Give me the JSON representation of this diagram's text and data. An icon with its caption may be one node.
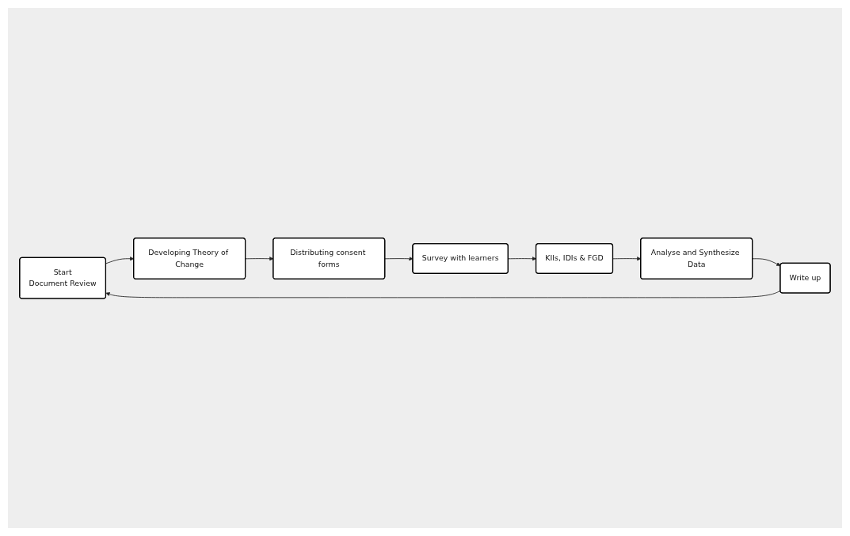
{
  "diagram": {
    "nodes": [
      {
        "text": [
          "Start",
          "Document Review"
        ]
      },
      {
        "text": [
          "Developing Theory of Change"
        ]
      },
      {
        "text": [
          "Distributing consent forms"
        ]
      },
      {
        "text": [
          "Survey with learners"
        ]
      },
      {
        "text": [
          "KIIs, IDIs & FGD"
        ]
      },
      {
        "text": [
          "Analyse and Synthesize Data"
        ]
      },
      {
        "text": [
          "Write up"
        ]
      }
    ],
    "edges": [
      {
        "from": 0,
        "to": 1,
        "arrow": "to"
      },
      {
        "from": 1,
        "to": 2,
        "arrow": "to"
      },
      {
        "from": 2,
        "to": 3,
        "arrow": "to"
      },
      {
        "from": 3,
        "to": 4,
        "arrow": "to"
      },
      {
        "from": 4,
        "to": 5,
        "arrow": "to"
      },
      {
        "from": 5,
        "to": 6,
        "arrow": "to"
      },
      {
        "from": 6,
        "to": 0,
        "arrow": "to"
      }
    ]
  }
}
